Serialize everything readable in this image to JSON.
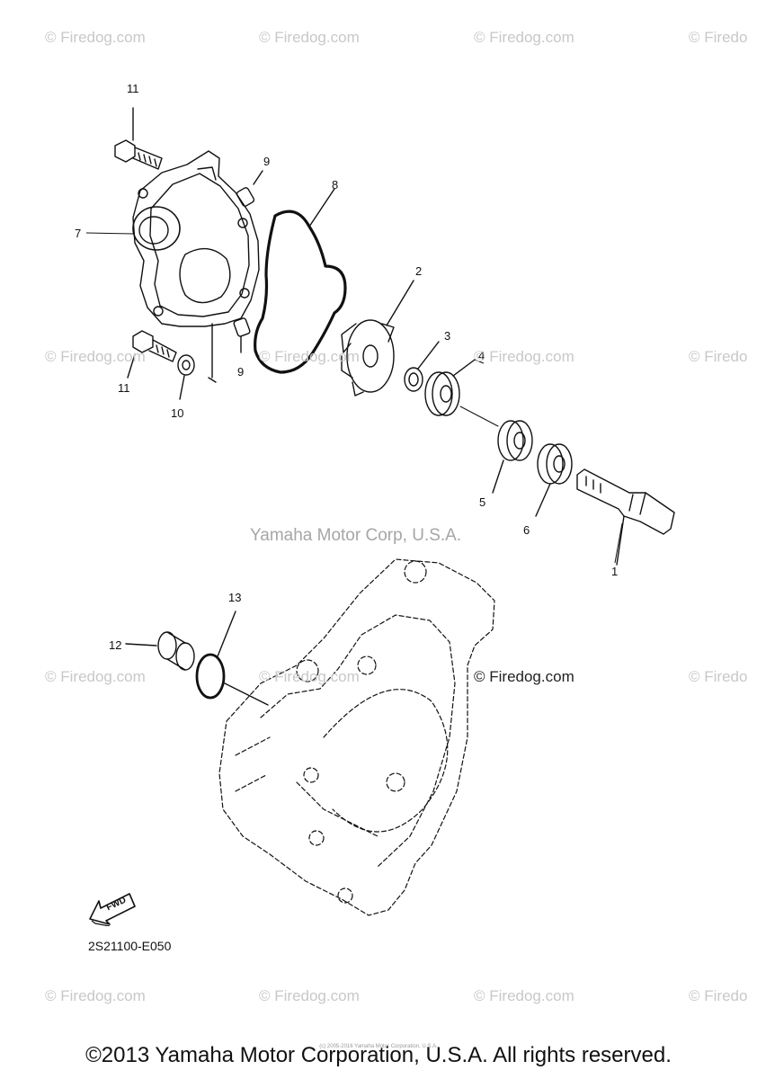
{
  "watermarks": {
    "firedog": "© Firedog.com",
    "firedog_partial": "© Firedo",
    "center": "Yamaha Motor Corp, U.S.A."
  },
  "callouts": [
    "1",
    "2",
    "3",
    "4",
    "5",
    "6",
    "7",
    "8",
    "9",
    "9",
    "10",
    "11",
    "11",
    "12",
    "13"
  ],
  "fwd_label": "FWD",
  "diagram_ref": "2S21100-E050",
  "copyright": "©2013 Yamaha Motor Corporation, U.S.A. All rights reserved.",
  "tiny_copyright": "(c) 2005-2016 Yamaha Motor Corporation, U.S.A."
}
